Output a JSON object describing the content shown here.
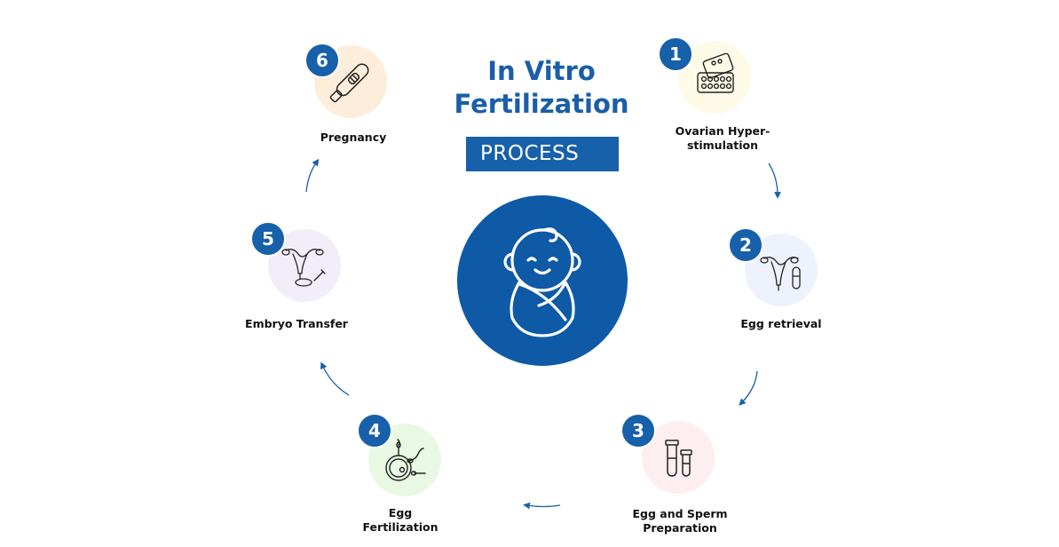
{
  "title": {
    "line1": "In Vitro",
    "line2": "Fertilization"
  },
  "badge": "PROCESS",
  "center_icon": "swaddled-baby-icon",
  "colors": {
    "primary": "#1760aa",
    "center": "#0e5aa7",
    "step1_bg": "#fdfbe7",
    "step2_bg": "#eef2fd",
    "step3_bg": "#fdeef0",
    "step4_bg": "#e9f8e3",
    "step5_bg": "#f2eef9",
    "step6_bg": "#fdeedc"
  },
  "steps": [
    {
      "number": "1",
      "line1": "Ovarian Hyper-",
      "line2": "stimulation",
      "icon": "pill-blister-icon"
    },
    {
      "number": "2",
      "line1": "Egg retrieval",
      "line2": "",
      "icon": "uterus-test-tube-icon"
    },
    {
      "number": "3",
      "line1": "Egg and Sperm",
      "line2": "Preparation",
      "icon": "test-tubes-icon"
    },
    {
      "number": "4",
      "line1": "Egg",
      "line2": "Fertilization",
      "icon": "egg-sperm-icon"
    },
    {
      "number": "5",
      "line1": "Embryo Transfer",
      "line2": "",
      "icon": "uterus-petri-dish-icon"
    },
    {
      "number": "6",
      "line1": "Pregnancy",
      "line2": "",
      "icon": "pregnancy-test-icon"
    }
  ]
}
